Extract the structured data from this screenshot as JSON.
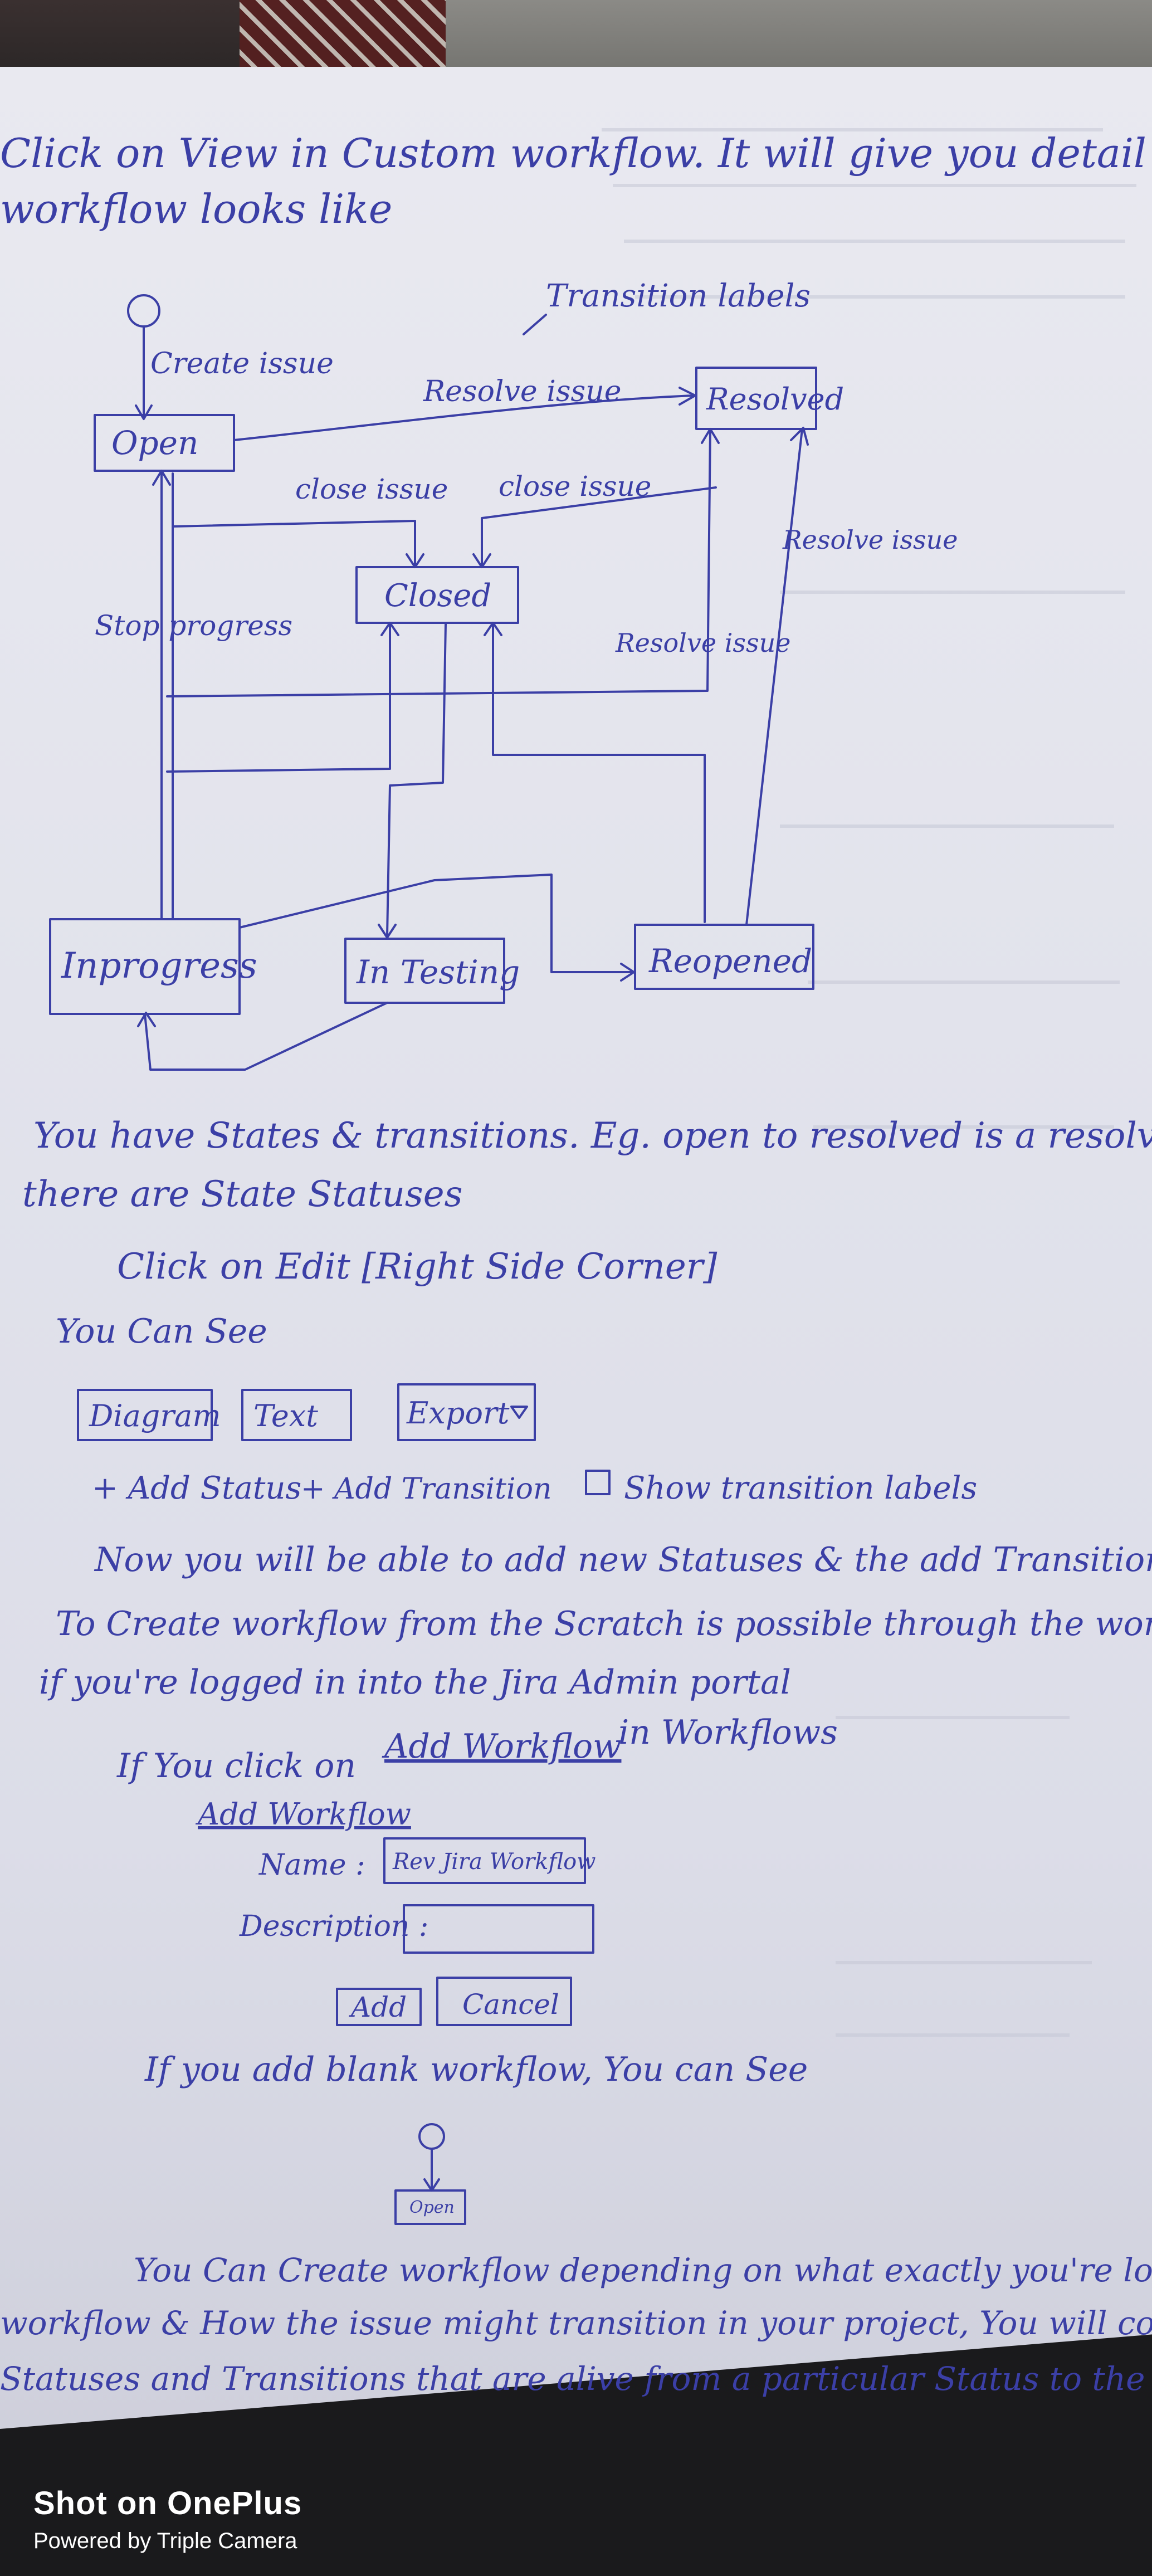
{
  "page": {
    "intro_line_1": "Click on View in Custom workflow. It will give you detail what is the",
    "intro_line_2": "workflow looks like"
  },
  "diagram": {
    "annotation": "Transition labels",
    "start_label": "Create issue",
    "states": {
      "open": "Open",
      "resolved": "Resolved",
      "closed": "Closed",
      "inprogress": "Inprogress",
      "intesting": "In Testing",
      "reopened": "Reopened"
    },
    "transitions": {
      "resolve_top": "Resolve issue",
      "close_left": "close issue",
      "close_right": "close issue",
      "resolve_right": "Resolve issue",
      "resolve_mid": "Resolve issue",
      "stop_progress": "Stop progress"
    }
  },
  "notes": {
    "line1": "You have States & transitions. Eg. open to resolved is a resolve issue Transit",
    "line2": "there are State Statuses",
    "line3": "Click on Edit [Right Side Corner]",
    "line4": "You Can See",
    "tab_diagram": "Diagram",
    "tab_text": "Text",
    "tab_export": "Export",
    "add_status": "+ Add Status",
    "add_transition": "+ Add Transition",
    "show_labels": "Show transition labels",
    "line5": "Now you will be able to add new Statuses & the add Transition & Sh",
    "line6": "To Create workflow from the Scratch is possible through the workflow Sec",
    "line7": "if you're logged in into the Jira Admin portal",
    "line8_pre": "If You click on",
    "line8_link": "Add Workflow",
    "line8_post": "in Workflows",
    "form_title": "Add Workflow",
    "name_label": "Name :",
    "name_value": "Rev Jira Workflow",
    "desc_label": "Description :",
    "add_btn": "Add",
    "cancel_btn": "Cancel",
    "line9": "If you add blank workflow, You can See",
    "mini_state": "Open",
    "line10": "You Can Create workflow depending on what exactly you're looking fo",
    "line11": "workflow & How the issue might transition in your project, You will come a",
    "line12": "Statuses and Transitions that are alive from a particular Status to the ne"
  },
  "watermark": {
    "title": "Shot on OnePlus",
    "subtitle": "Powered by Triple Camera"
  },
  "colors": {
    "ink": "#3b3fa6",
    "paper": "#e6e7ef"
  }
}
